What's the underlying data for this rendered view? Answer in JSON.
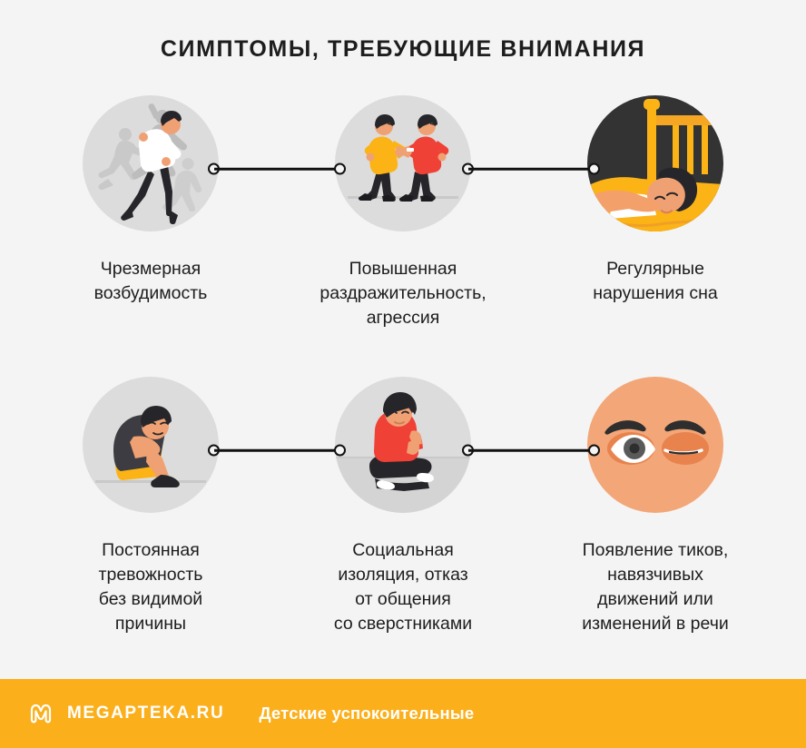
{
  "page": {
    "title": "СИМПТОМЫ, ТРЕБУЮЩИЕ ВНИМАНИЯ",
    "background_color": "#f4f4f4",
    "text_color": "#1d1d1d"
  },
  "items": [
    {
      "id": "hyperexcitability",
      "icon_name": "running-hyperactive-child-icon",
      "icon_bg": "#dcdcdc",
      "caption": "Чрезмерная\nвозбудимость",
      "caption_lines": [
        "Чрезмерная",
        "возбудимость"
      ]
    },
    {
      "id": "irritability-aggression",
      "icon_name": "two-boys-fighting-icon",
      "icon_bg": "#dcdcdc",
      "caption": "Повышенная\nраздражительность,\nагрессия",
      "caption_lines": [
        "Повышенная",
        "раздражительность,",
        "агрессия"
      ]
    },
    {
      "id": "sleep-disturbance",
      "icon_name": "child-sleeping-in-bed-icon",
      "icon_bg": "#333333",
      "caption": "Регулярные\nнарушения сна",
      "caption_lines": [
        "Регулярные",
        "нарушения сна"
      ]
    },
    {
      "id": "constant-anxiety",
      "icon_name": "anxious-child-hugging-knees-icon",
      "icon_bg": "#dcdcdc",
      "caption": "Постоянная\nтревожность\nбез видимой\nпричины",
      "caption_lines": [
        "Постоянная",
        "тревожность",
        "без видимой",
        "причины"
      ]
    },
    {
      "id": "social-isolation",
      "icon_name": "lonely-boy-sitting-icon",
      "icon_bg": "#dcdcdc",
      "caption": "Социальная\nизоляция, отказ\nот общения\nсо сверстниками",
      "caption_lines": [
        "Социальная",
        "изоляция, отказ",
        "от общения",
        "со сверстниками"
      ]
    },
    {
      "id": "tics-speech-changes",
      "icon_name": "winking-face-tic-icon",
      "icon_bg": "#f3a678",
      "caption": "Появление тиков,\nнавязчивых\nдвижений или\nизменений в речи",
      "caption_lines": [
        "Появление тиков,",
        "навязчивых",
        "движений или",
        "изменений в речи"
      ]
    }
  ],
  "connectors": {
    "line_color": "#111111",
    "dot_fill": "#f4f4f4",
    "count": 4
  },
  "footer": {
    "background_color": "#FBAF1B",
    "logo_name": "megapteka-m-logo",
    "brand": "MEGAPTEKA.RU",
    "tagline": "Детские успокоительные",
    "text_color": "#ffffff"
  },
  "palette": {
    "accent_orange": "#FBAF1B",
    "accent_red": "#ef4136",
    "accent_yellow": "#fcb316",
    "dark": "#333333",
    "skin": "#f3a678",
    "gray_circle": "#dcdcdc"
  }
}
